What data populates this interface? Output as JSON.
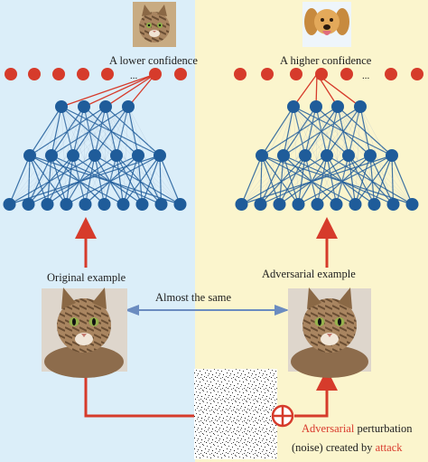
{
  "left": {
    "confidence_label": "A lower confidence",
    "example_label": "Original example",
    "top_image": "cat-thumbnail",
    "example_image": "cat-photo"
  },
  "right": {
    "confidence_label": "A higher confidence",
    "example_label": "Adversarial example",
    "top_image": "puppy-thumbnail",
    "example_image": "cat-photo"
  },
  "middle": {
    "similarity_label": "Almost the same",
    "noise_image": "noise-pattern"
  },
  "caption": {
    "line1_highlight": "Adversarial",
    "line1_rest": " perturbation",
    "line2_prefix": "(noise) created by ",
    "line2_highlight": "attack"
  },
  "ellipsis": "...",
  "colors": {
    "left_background": "#dbeef9",
    "right_background": "#fbf5cd",
    "node": "#1f5c9a",
    "output_node": "#d63b2b",
    "arrow": "#d63b2b",
    "similarity_arrow": "#6b8cc0"
  }
}
